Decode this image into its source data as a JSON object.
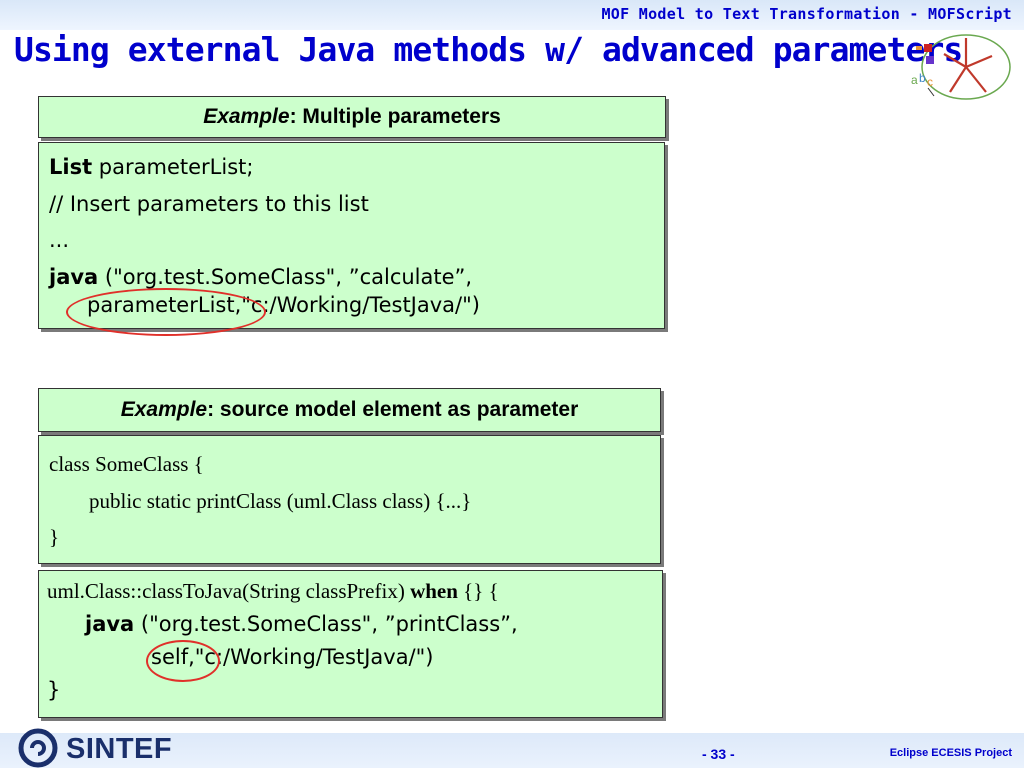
{
  "header": {
    "deck_title": "MOF Model to Text Transformation - MOFScript"
  },
  "slide": {
    "title": "Using external Java methods w/ advanced parameters"
  },
  "logo": {
    "letters": [
      "a",
      "b",
      "c"
    ]
  },
  "example1": {
    "label_italic": "Example",
    "label_rest": ": Multiple parameters",
    "lines": [
      {
        "kw": "List",
        "text": " parameterList;"
      },
      {
        "kw": "",
        "text": "// Insert parameters to this list"
      },
      {
        "kw": "",
        "text": "..."
      },
      {
        "kw": "java",
        "text": " (\"org.test.SomeClass\", ”calculate”,"
      },
      {
        "kw": "",
        "text": "parameterList,\"c:/Working/TestJava/\")"
      }
    ]
  },
  "example2": {
    "label_italic": "Example",
    "label_rest": ": source model element as parameter",
    "lines": [
      "class SomeClass {",
      "public static printClass (uml.Class class) {...}",
      "}"
    ]
  },
  "example3": {
    "line1_pre": "uml.Class::classToJava(String classPrefix) ",
    "line1_kw": "when",
    "line1_post": " {} {",
    "line2_kw": "java",
    "line2_text": " (\"org.test.SomeClass\", ”printClass”,",
    "line3_text": "self,\"c:/Working/TestJava/\")",
    "line4_text": "}"
  },
  "footer": {
    "company": "SINTEF",
    "page_number": "- 33 -",
    "project": "Eclipse ECESIS Project"
  },
  "colors": {
    "title_blue": "#0000cc",
    "box_green": "#ccffcc",
    "highlight_red": "#e0302a",
    "logo_navy": "#1a2f6b"
  }
}
